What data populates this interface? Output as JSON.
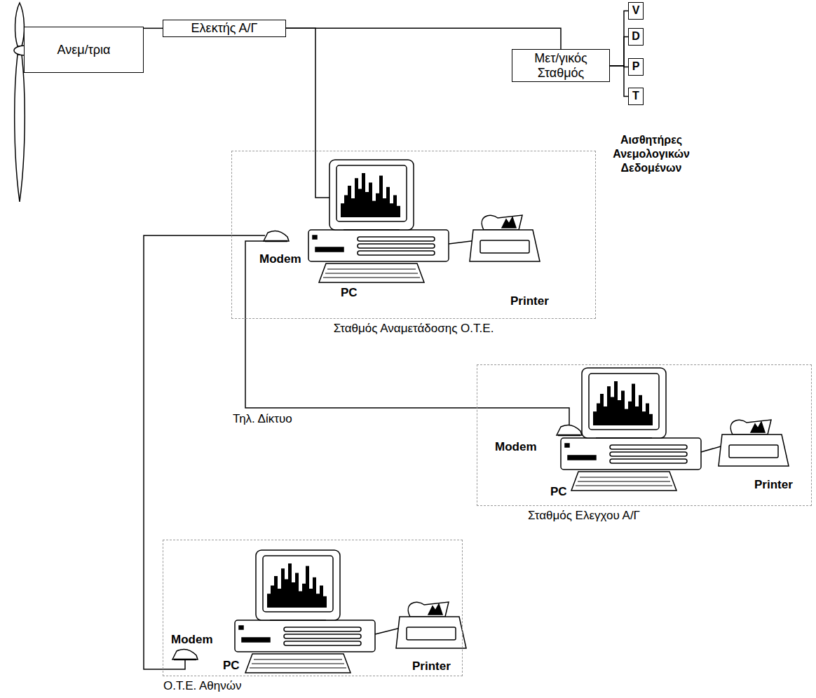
{
  "diagram": {
    "nodes": [
      {
        "text": [
          "Ανεμ/τρια"
        ]
      },
      {
        "text": [
          "Ελεκτής Α/Γ"
        ]
      },
      {
        "text": [
          "Μετ/γικός Σταθμός"
        ]
      },
      {
        "text": [
          "V"
        ]
      },
      {
        "text": [
          "D"
        ]
      },
      {
        "text": [
          "P"
        ]
      },
      {
        "text": [
          "T"
        ]
      },
      {
        "text": [
          "Σταθμός Αναμετάδοσης Ο.Τ.Ε."
        ]
      },
      {
        "text": [
          "Σταθμός Ελεγχου Α/Γ"
        ]
      },
      {
        "text": [
          "Ο.Τ.Ε. Αθηνών"
        ]
      }
    ],
    "edges": [
      {
        "from": 0,
        "to": 1,
        "arrow": "none"
      },
      {
        "from": 1,
        "to": 2,
        "arrow": "none"
      },
      {
        "from": 2,
        "to": 3,
        "arrow": "none"
      },
      {
        "from": 2,
        "to": 4,
        "arrow": "none"
      },
      {
        "from": 2,
        "to": 5,
        "arrow": "none"
      },
      {
        "from": 2,
        "to": 6,
        "arrow": "none"
      },
      {
        "from": 1,
        "to": 7,
        "arrow": "none"
      },
      {
        "from": 7,
        "to": 8,
        "label": "Τηλ. Δίκτυο",
        "arrow": "none"
      },
      {
        "from": 7,
        "to": 9,
        "arrow": "none"
      }
    ],
    "labels": [
      "Αισθητήρες Ανεμολογικών Δεδομένων",
      "Modem",
      "PC",
      "Printer",
      "Modem",
      "PC",
      "Printer",
      "Modem",
      "PC",
      "Printer"
    ]
  }
}
